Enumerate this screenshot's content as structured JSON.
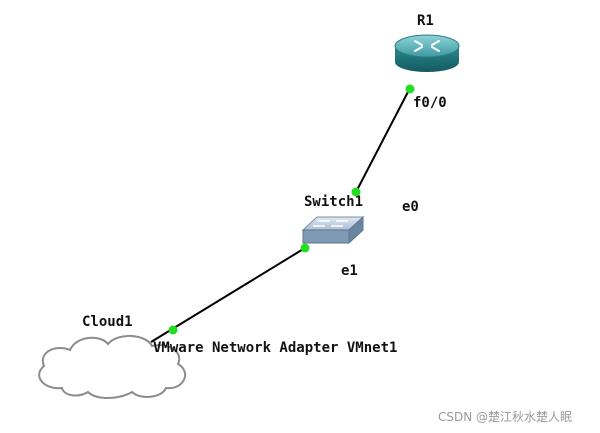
{
  "devices": {
    "router": {
      "name": "R1",
      "port": "f0/0",
      "icon": "router-icon"
    },
    "switch": {
      "name": "Switch1",
      "port_upper": "e0",
      "port_lower": "e1",
      "icon": "switch-icon"
    },
    "cloud": {
      "name": "Cloud1",
      "port": "VMware Network Adapter VMnet1",
      "icon": "cloud-icon"
    }
  },
  "colors": {
    "link": "#000000",
    "port_dot": "#22dd22",
    "router_body": "#1e7f85",
    "switch_body": "#8aa4bf"
  },
  "watermark": "CSDN @楚江秋水楚人眠"
}
